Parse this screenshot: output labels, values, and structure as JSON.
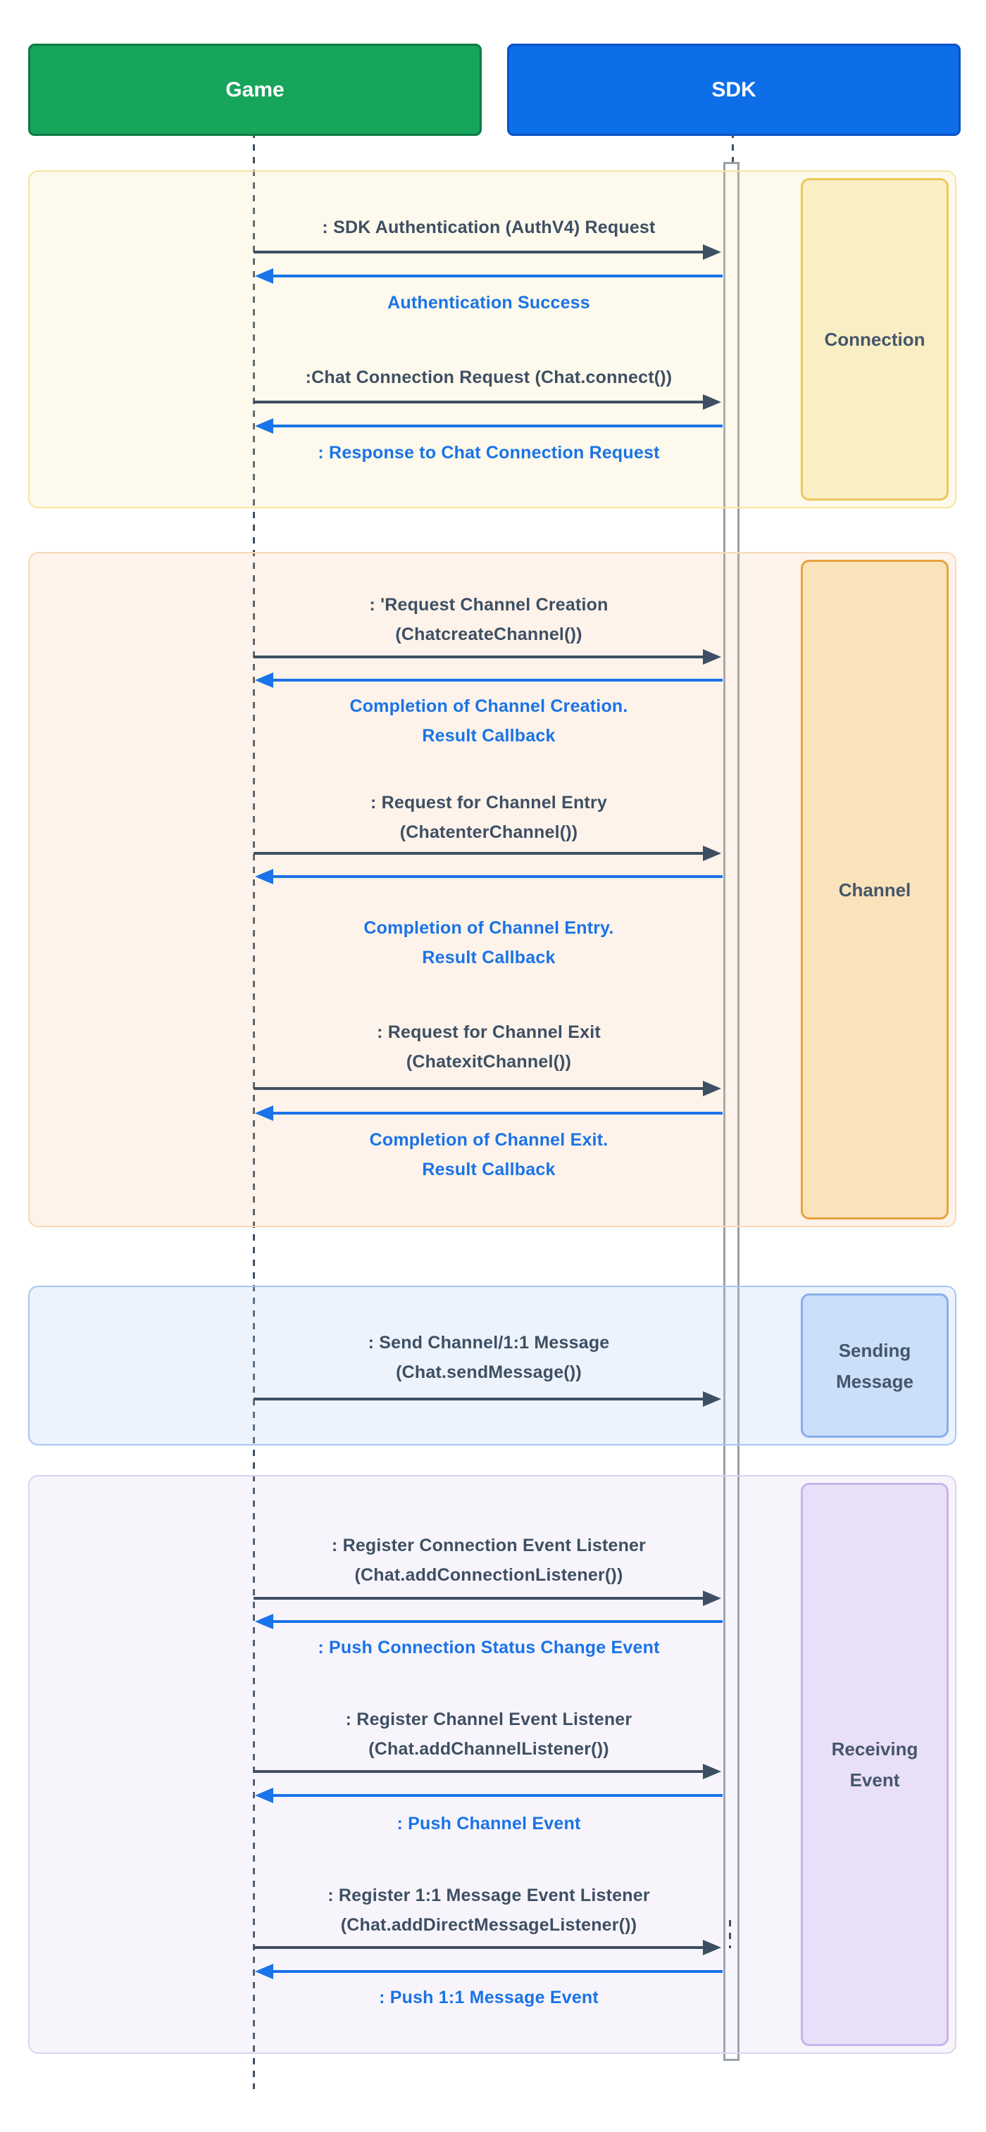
{
  "actors": [
    {
      "label": "Game",
      "fill": "#17A45B",
      "border": "#0F7A44"
    },
    {
      "label": "SDK",
      "fill": "#0D6FE8",
      "border": "#0B52C6"
    }
  ],
  "colors": {
    "request_text_and_arrow": "#3E4F63",
    "response_text_and_arrow": "#1A73E8"
  },
  "sections": [
    {
      "label": "Connection",
      "messages": [
        {
          "kind": "request",
          "direction": "game-to-sdk",
          "lines": [
            ": SDK Authentication (AuthV4) Request"
          ]
        },
        {
          "kind": "response",
          "direction": "sdk-to-game",
          "lines": [
            "Authentication Success"
          ]
        },
        {
          "kind": "request",
          "direction": "game-to-sdk",
          "lines": [
            ":Chat Connection Request (Chat.connect())"
          ]
        },
        {
          "kind": "response",
          "direction": "sdk-to-game",
          "lines": [
            ": Response to Chat Connection Request"
          ]
        }
      ]
    },
    {
      "label": "Channel",
      "messages": [
        {
          "kind": "request",
          "direction": "game-to-sdk",
          "lines": [
            ": 'Request Channel Creation",
            "(ChatcreateChannel())"
          ]
        },
        {
          "kind": "response",
          "direction": "sdk-to-game",
          "lines": [
            "Completion of Channel Creation.",
            "Result Callback"
          ]
        },
        {
          "kind": "request",
          "direction": "game-to-sdk",
          "lines": [
            ": Request for Channel Entry",
            "(ChatenterChannel())"
          ]
        },
        {
          "kind": "response",
          "direction": "sdk-to-game",
          "lines": [
            "Completion of Channel Entry.",
            "Result Callback"
          ]
        },
        {
          "kind": "request",
          "direction": "game-to-sdk",
          "lines": [
            ": Request for Channel Exit",
            "(ChatexitChannel())"
          ]
        },
        {
          "kind": "response",
          "direction": "sdk-to-game",
          "lines": [
            "Completion of Channel Exit.",
            "Result Callback"
          ]
        }
      ]
    },
    {
      "label": "Sending Message",
      "messages": [
        {
          "kind": "request",
          "direction": "game-to-sdk",
          "lines": [
            ": Send Channel/1:1 Message",
            "(Chat.sendMessage())"
          ]
        }
      ]
    },
    {
      "label": "Receiving Event",
      "messages": [
        {
          "kind": "request",
          "direction": "game-to-sdk",
          "lines": [
            ": Register Connection Event Listener",
            "(Chat.addConnectionListener())"
          ]
        },
        {
          "kind": "response",
          "direction": "sdk-to-game",
          "lines": [
            ": Push Connection Status Change Event"
          ]
        },
        {
          "kind": "request",
          "direction": "game-to-sdk",
          "lines": [
            ": Register Channel Event Listener",
            "(Chat.addChannelListener())"
          ]
        },
        {
          "kind": "response",
          "direction": "sdk-to-game",
          "lines": [
            ": Push Channel Event"
          ]
        },
        {
          "kind": "request",
          "direction": "game-to-sdk",
          "lines": [
            ": Register 1:1 Message Event Listener",
            "(Chat.addDirectMessageListener())"
          ]
        },
        {
          "kind": "response",
          "direction": "sdk-to-game",
          "lines": [
            ": Push 1:1 Message Event"
          ]
        }
      ]
    }
  ]
}
